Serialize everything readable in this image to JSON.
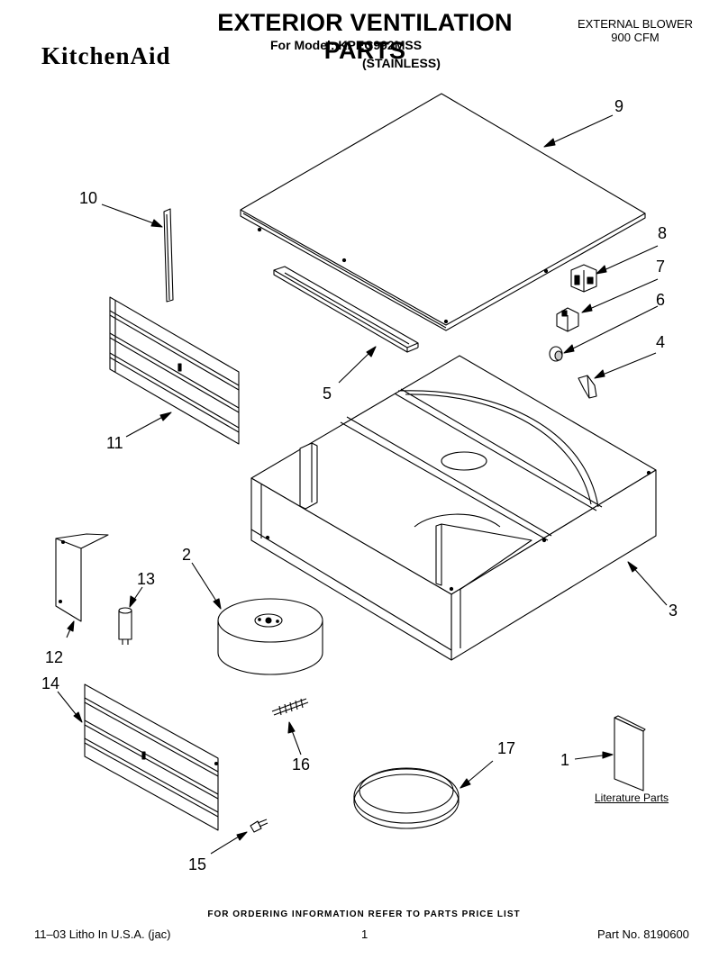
{
  "header": {
    "brand": "KitchenAid",
    "title": "EXTERIOR VENTILATION PARTS",
    "model_line": "For Model: KPEC992MSS",
    "variant": "(STAINLESS)",
    "ext_line1": "EXTERNAL BLOWER",
    "ext_line2": "900 CFM"
  },
  "callouts": [
    "1",
    "2",
    "3",
    "4",
    "5",
    "6",
    "7",
    "8",
    "9",
    "10",
    "11",
    "12",
    "13",
    "14",
    "15",
    "16",
    "17"
  ],
  "literature_label": "Literature Parts",
  "footer": {
    "ordering": "FOR ORDERING INFORMATION REFER TO PARTS PRICE LIST",
    "litho": "11–03 Litho In U.S.A. (jac)",
    "page": "1",
    "part_no": "Part No. 8190600"
  }
}
